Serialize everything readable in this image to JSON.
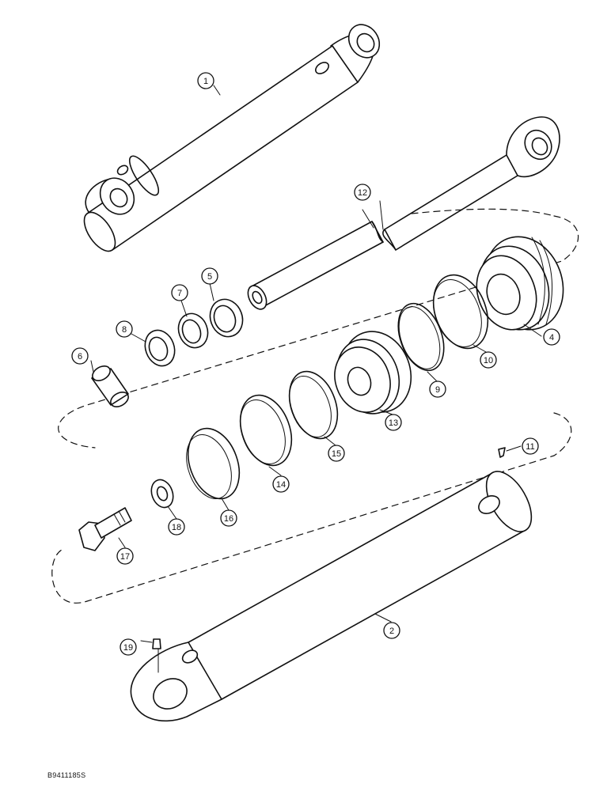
{
  "drawing_code": "B9411185S",
  "callouts": {
    "c1": "1",
    "c2": "2",
    "c4": "4",
    "c5": "5",
    "c6": "6",
    "c7": "7",
    "c8": "8",
    "c9": "9",
    "c10": "10",
    "c11": "11",
    "c12": "12",
    "c13": "13",
    "c14": "14",
    "c15": "15",
    "c16": "16",
    "c17": "17",
    "c18": "18",
    "c19": "19"
  }
}
